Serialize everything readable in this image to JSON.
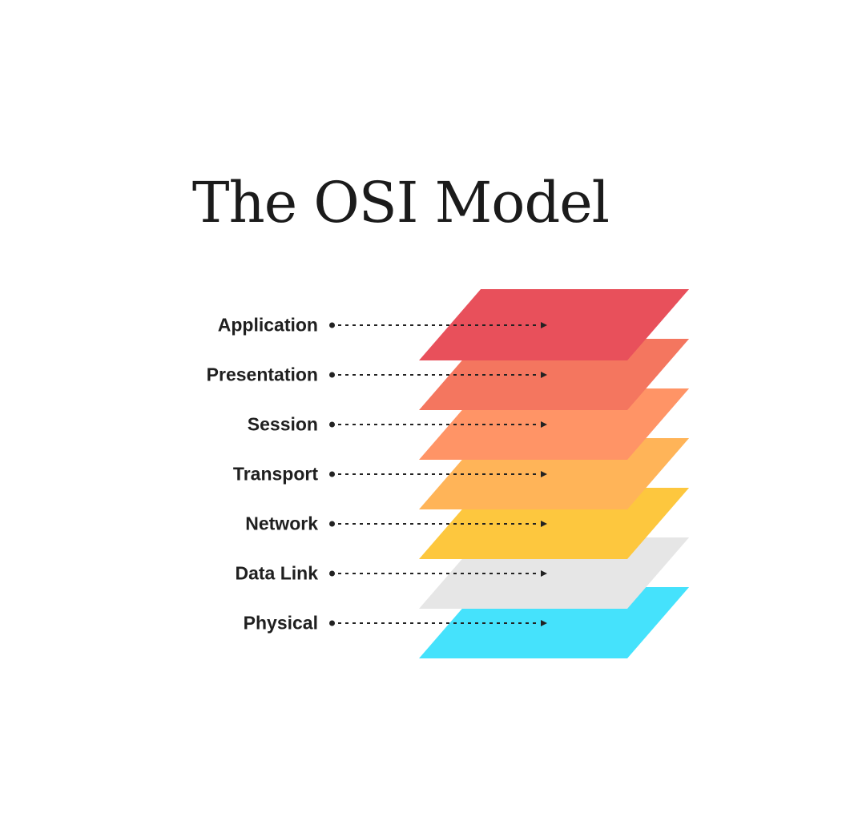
{
  "title": "The OSI Model",
  "diagram": {
    "background": "#FFFFFF",
    "label_color": "#1F1F1F",
    "arrow_color": "#222222",
    "layers": [
      {
        "label": "Application",
        "color": "#E8505B"
      },
      {
        "label": "Presentation",
        "color": "#F4765F"
      },
      {
        "label": "Session",
        "color": "#FF9466"
      },
      {
        "label": "Transport",
        "color": "#FFB458"
      },
      {
        "label": "Network",
        "color": "#FDC73E"
      },
      {
        "label": "Data Link",
        "color": "#E6E6E6",
        "texture": "dotted"
      },
      {
        "label": "Physical",
        "color": "#45E2FC"
      }
    ]
  }
}
